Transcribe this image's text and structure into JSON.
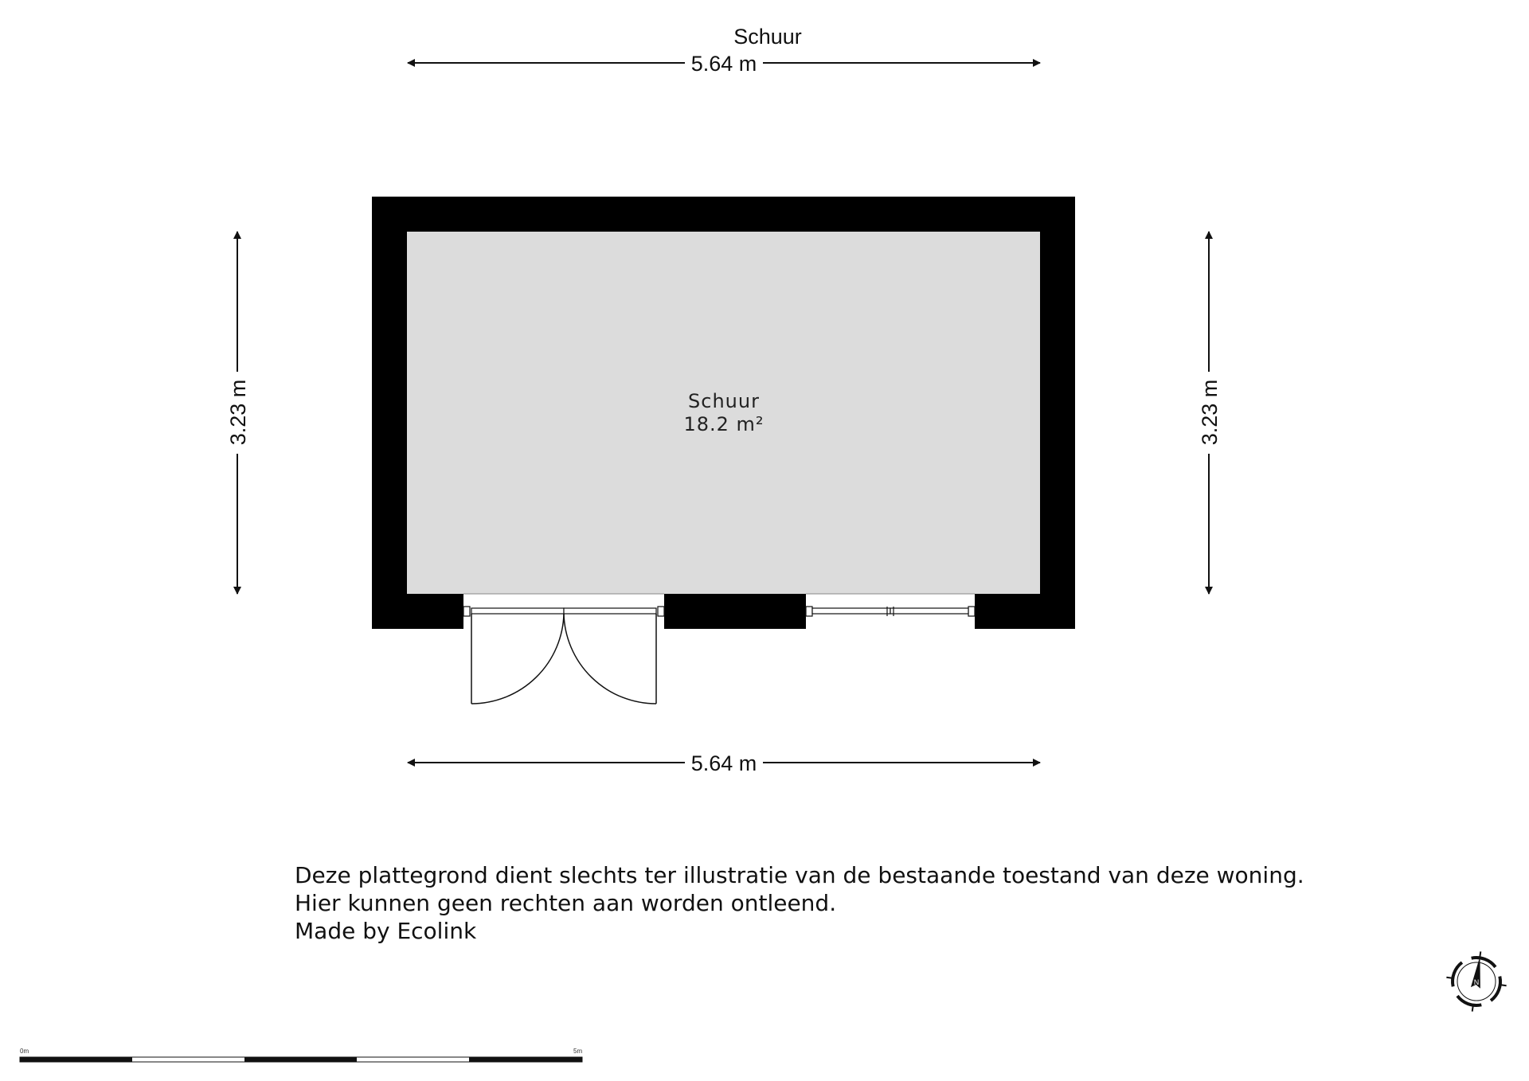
{
  "title": "Schuur",
  "dimensions": {
    "top": "5.64 m",
    "bottom": "5.64 m",
    "left": "3.23 m",
    "right": "3.23 m"
  },
  "room": {
    "name": "Schuur",
    "area": "18.2 m²"
  },
  "disclaimer": {
    "line1": "Deze plattegrond dient slechts ter illustratie van de bestaande toestand van deze woning.",
    "line2": "Hier kunnen geen rechten aan worden ontleend.",
    "line3": "Made by Ecolink"
  },
  "scale_bar": {
    "start_label": "0m",
    "end_label": "5m"
  },
  "compass": {
    "label": "N"
  },
  "colors": {
    "wall": "#000000",
    "floor": "#dcdcdc",
    "line": "#111111"
  }
}
